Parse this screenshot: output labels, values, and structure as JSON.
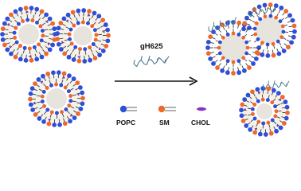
{
  "peptide": {
    "name": "gH625"
  },
  "legend": {
    "items": [
      {
        "label": "POPC",
        "color": "#2f4fd6"
      },
      {
        "label": "SM",
        "color": "#ee6a2a"
      },
      {
        "label": "CHOL",
        "color": "#8a2fc0"
      }
    ]
  },
  "colors": {
    "popc": "#2f4fd6",
    "sm": "#ee6a2a",
    "chol": "#8a2fc0",
    "tail": "#2a2a2a",
    "core": "#e6e4dd",
    "peptide": "#4e7a8e"
  },
  "figure": {
    "left_panel": "three intact lipid vesicles",
    "right_panel": "fused vesicle and single vesicle with inserted peptides"
  }
}
